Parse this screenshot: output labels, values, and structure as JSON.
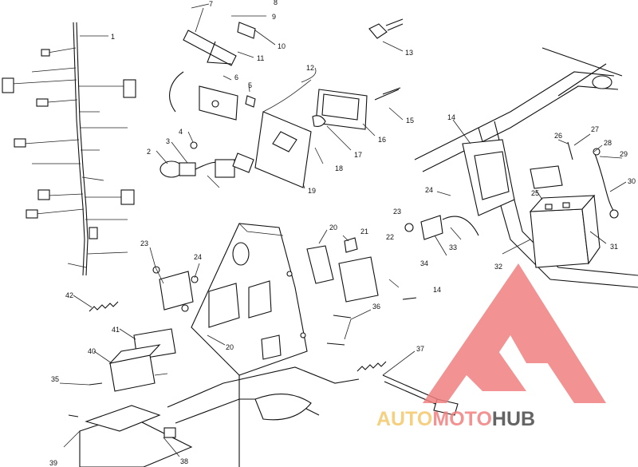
{
  "diagram": {
    "callouts": [
      "1",
      "2",
      "3",
      "4",
      "5",
      "6",
      "7",
      "8",
      "9",
      "10",
      "11",
      "12",
      "13",
      "14",
      "14",
      "15",
      "16",
      "17",
      "18",
      "19",
      "20",
      "20",
      "21",
      "22",
      "23",
      "23",
      "24",
      "24",
      "25",
      "26",
      "27",
      "28",
      "29",
      "30",
      "31",
      "32",
      "33",
      "34",
      "35",
      "36",
      "37",
      "38",
      "39",
      "40",
      "41",
      "42"
    ]
  },
  "watermark": {
    "brand_auto": "AUTO",
    "brand_moto": "MOTO",
    "brand_hub": "HUB",
    "color_primary": "#f08080",
    "color_accent": "#f4c86a",
    "color_dark": "#4a4a4a"
  }
}
